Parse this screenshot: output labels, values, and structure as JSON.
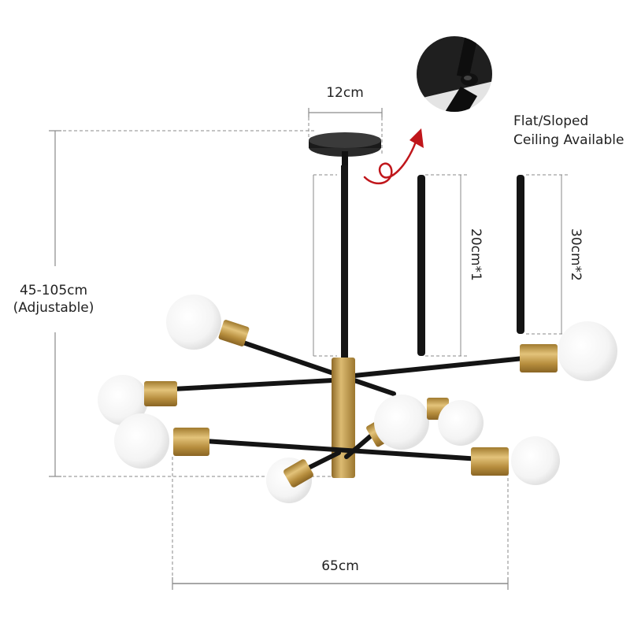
{
  "dimensions": {
    "canopy_width": "12cm",
    "total_height_line1": "45-105cm",
    "total_height_line2": "(Adjustable)",
    "rod_short": "20cm*1",
    "rod_long": "30cm*2",
    "total_width": "65cm"
  },
  "inset": {
    "caption_line1": "Flat/Sloped",
    "caption_line2": "Ceiling Available"
  },
  "product": {
    "type": "Sputnik chandelier",
    "bulb_count": 8
  },
  "colors": {
    "metal_black": "#141414",
    "brass": "#c9a456",
    "bulb": "#f7f7f7",
    "dim_line": "#8a8a8a",
    "arrow_red": "#c0161b",
    "text": "#222222"
  }
}
